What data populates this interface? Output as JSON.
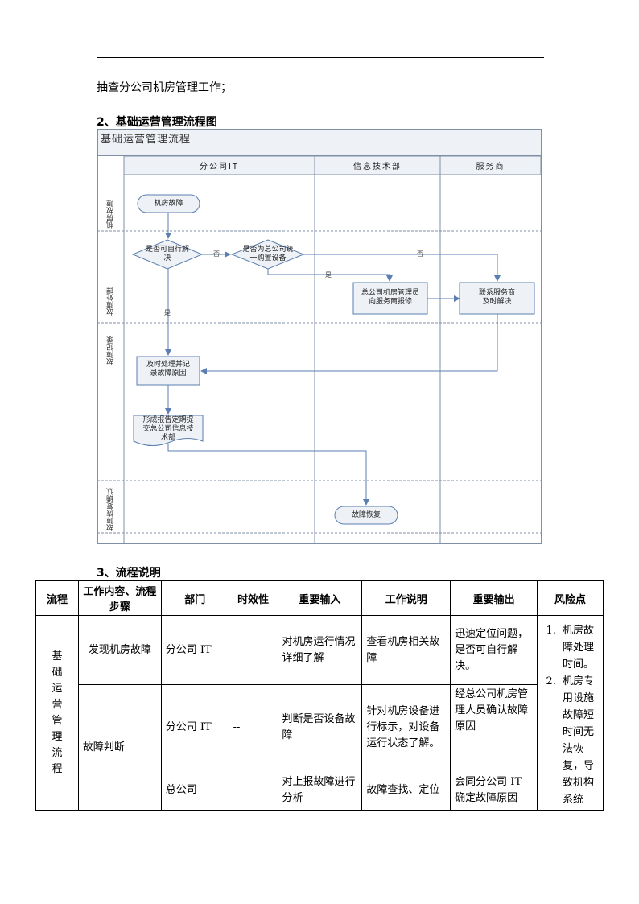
{
  "intro_text": "抽查分公司机房管理工作；",
  "section2_title": "2、基础运营管理流程图",
  "section3_title": "3、流程说明",
  "flowchart": {
    "title": "基础运营管理流程",
    "lanes": [
      "分公司IT",
      "信息技术部",
      "服务商"
    ],
    "phases": [
      "机房故障",
      "故障处理",
      "故障记录",
      "故障恢复确认"
    ],
    "nodes": {
      "start": "机房故障",
      "decision1": "是否可自行解决",
      "decision2": "是否为总公司统一购置设备",
      "hq_report_line1": "总公司机房管理员",
      "hq_report_line2": "向服务商报修",
      "vendor_line1": "联系服务商",
      "vendor_line2": "及时解决",
      "record_line1": "及时处理并记",
      "record_line2": "录故障原因",
      "report_line1": "形成报告定期提",
      "report_line2": "交总公司信息技",
      "report_line3": "术部",
      "end": "故障恢复"
    },
    "edge_labels": {
      "no1": "否",
      "no2": "否",
      "yes1": "是",
      "yes2": "是"
    }
  },
  "table": {
    "headers": [
      "流程",
      "工作内容、流程步骤",
      "部门",
      "时效性",
      "重要输入",
      "工作说明",
      "重要输出",
      "风险点"
    ],
    "process_name_chars": [
      "基",
      "础",
      "运",
      "营",
      "管",
      "理",
      "流",
      "程"
    ],
    "rows": [
      {
        "step": "发现机房故障",
        "dept": "分公司 IT",
        "timing": "--",
        "input": "对机房运行情况详细了解",
        "desc": "查看机房相关故障",
        "output": "迅速定位问题，是否可自行解决。"
      },
      {
        "step": "故障判断",
        "dept": "分公司 IT",
        "timing": "--",
        "input": "判断是否设备故障",
        "desc": "针对机房设备进行标示，对设备运行状态了解。",
        "output": "经总公司机房管理人员确认故障原因"
      },
      {
        "dept": "总公司",
        "timing": "--",
        "input": "对上报故障进行分析",
        "desc": "故障查找、定位",
        "output": "会同分公司 IT 确定故障原因"
      }
    ],
    "risks": [
      "机房故障处理时间。",
      "机房专用设施故障短时间无法恢复，导致机构系统"
    ]
  }
}
